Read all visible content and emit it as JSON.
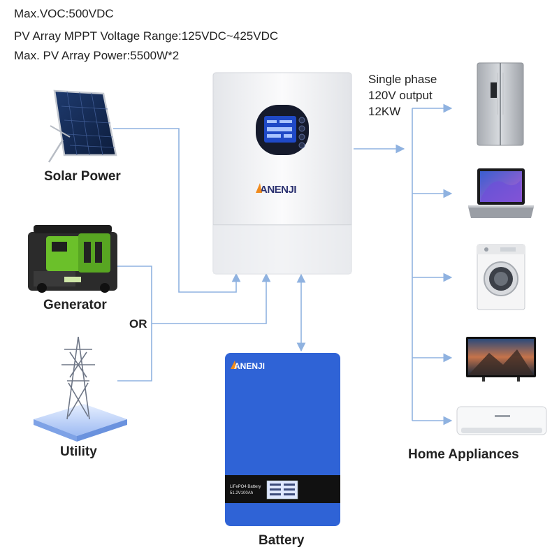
{
  "specs": {
    "max_voc": "Max.VOC:500VDC",
    "mppt_range": "PV Array MPPT Voltage Range:125VDC~425VDC",
    "max_power": "Max. PV Array Power:5500W*2"
  },
  "output": {
    "line1": "Single phase",
    "line2": "120V output",
    "line3": "12KW"
  },
  "sources": {
    "solar_label": "Solar Power",
    "generator_label": "Generator",
    "or_label": "OR",
    "utility_label": "Utility"
  },
  "inverter": {
    "brand": "ANENJI"
  },
  "battery": {
    "brand": "ANENJI",
    "label": "Battery",
    "model_line1": "LiFePO4 Battery",
    "model_line2": "51.2V100Ah"
  },
  "appliances_label": "Home Appliances",
  "colors": {
    "connector": "#8fb2e0",
    "battery_blue": "#2f63d6",
    "inverter_body": "#f1f2f4",
    "screen": "#1a3fb0"
  }
}
